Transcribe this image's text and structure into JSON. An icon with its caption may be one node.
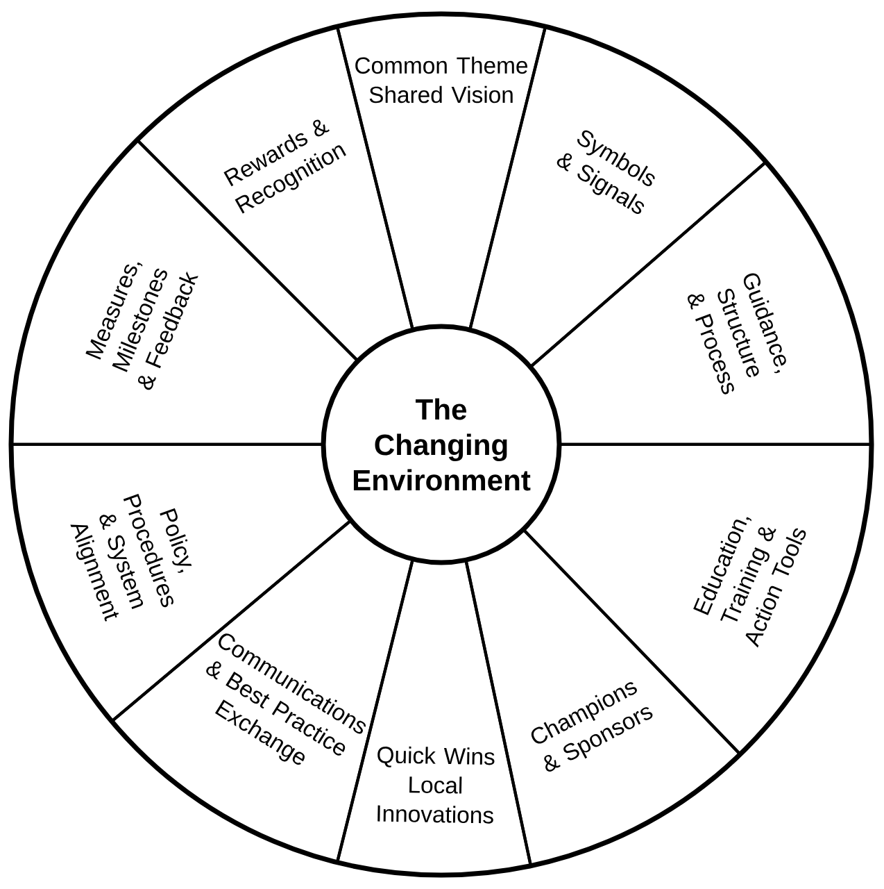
{
  "diagram": {
    "nodes": [
      {
        "text": [
          "The Changing Environment"
        ]
      },
      {
        "text": [
          "Common Theme Shared Vision"
        ]
      },
      {
        "text": [
          "Symbols & Signals"
        ]
      },
      {
        "text": [
          "Guidance, Structure & Process"
        ]
      },
      {
        "text": [
          "Education, Training & Action Tools"
        ]
      },
      {
        "text": [
          "Champions & Sponsors"
        ]
      },
      {
        "text": [
          "Quick Wins Local Innovations"
        ]
      },
      {
        "text": [
          "Communications & Best Practice Exchange"
        ]
      },
      {
        "text": [
          "Policy, Procedures & System Alignment"
        ]
      },
      {
        "text": [
          "Measures, Milestones & Feedback"
        ]
      },
      {
        "text": [
          "Rewards & Recognition"
        ]
      }
    ]
  }
}
